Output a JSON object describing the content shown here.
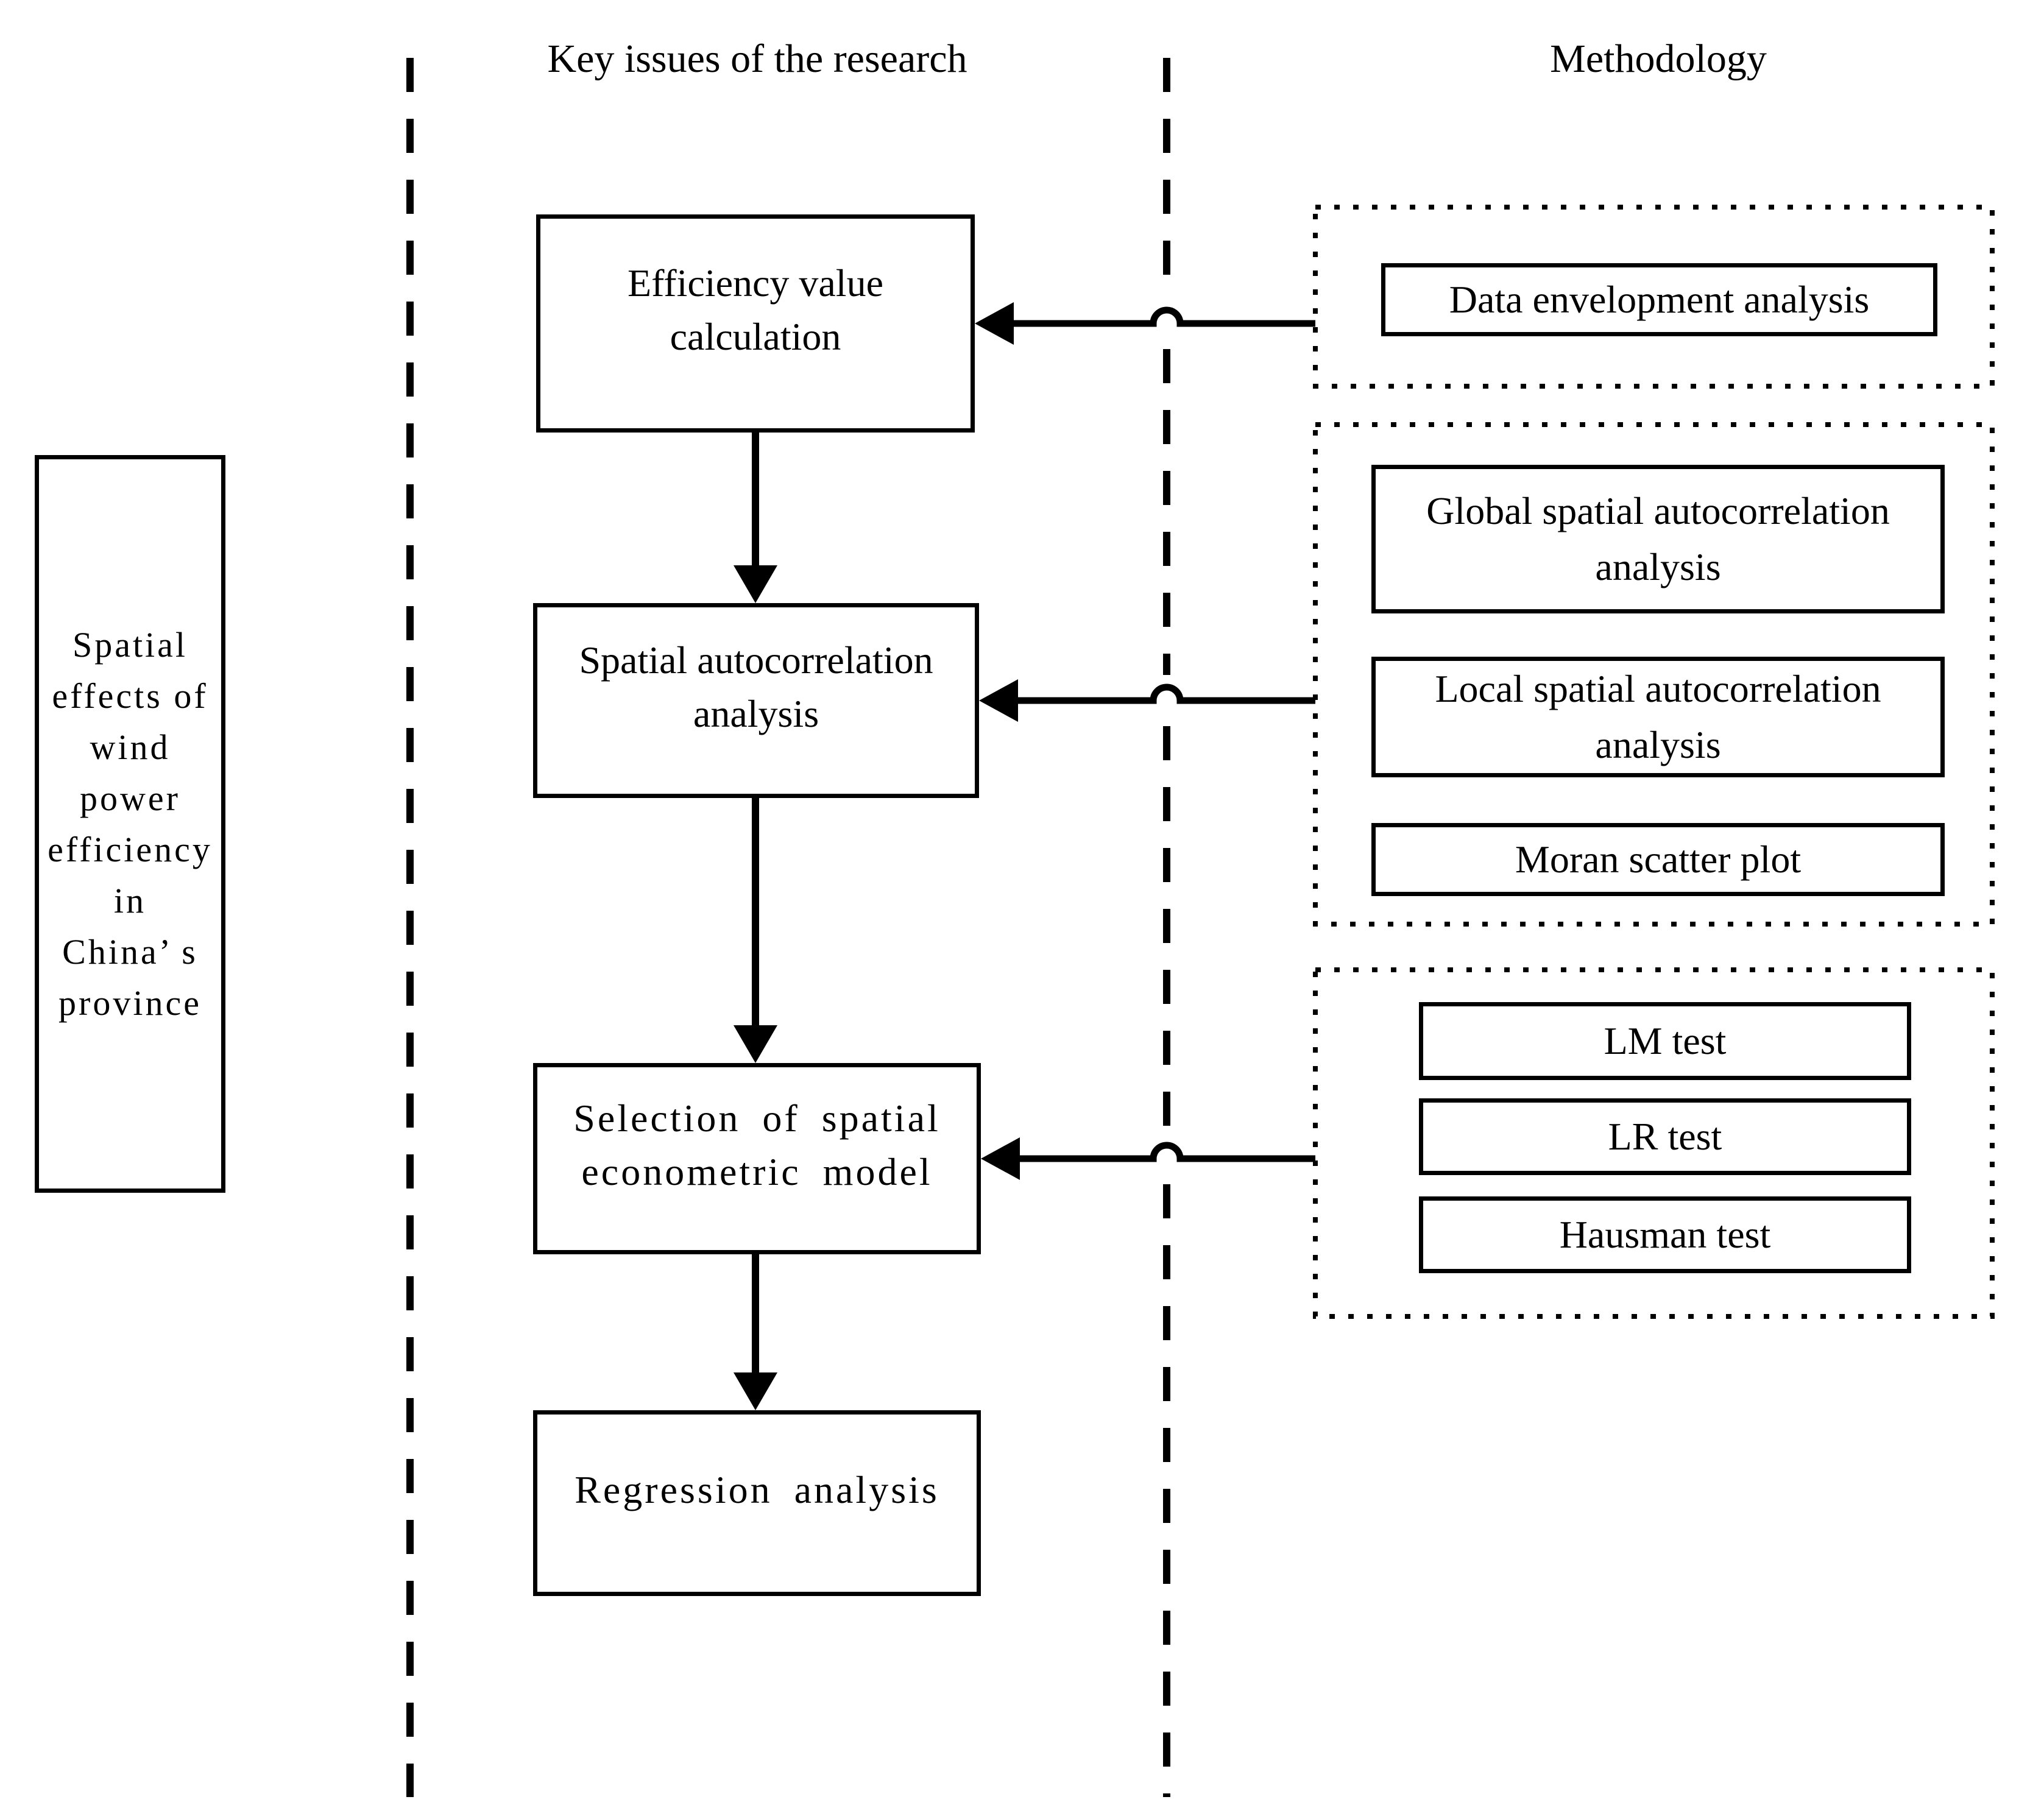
{
  "figure": {
    "column_headers": {
      "key_issues": "Key issues of the research",
      "methodology": "Methodology"
    },
    "overview_box": "Spatial\neffects of\nwind\npower\nefficiency\nin\nChina’ s\nprovince",
    "flow_boxes": {
      "efficiency": "Efficiency value\ncalculation",
      "autocorrelation": "Spatial autocorrelation\nanalysis",
      "model_selection": "Selection of spatial\neconometric model",
      "regression": "Regression analysis"
    },
    "method_boxes": {
      "dea": "Data envelopment analysis",
      "global_autocorrelation": "Global spatial autocorrelation\nanalysis",
      "local_autocorrelation": "Local spatial autocorrelation\nanalysis",
      "moran": "Moran scatter plot",
      "lm": "LM test",
      "lr": "LR test",
      "hausman": "Hausman test"
    },
    "colors": {
      "ink": "#000000",
      "background": "#ffffff"
    }
  }
}
